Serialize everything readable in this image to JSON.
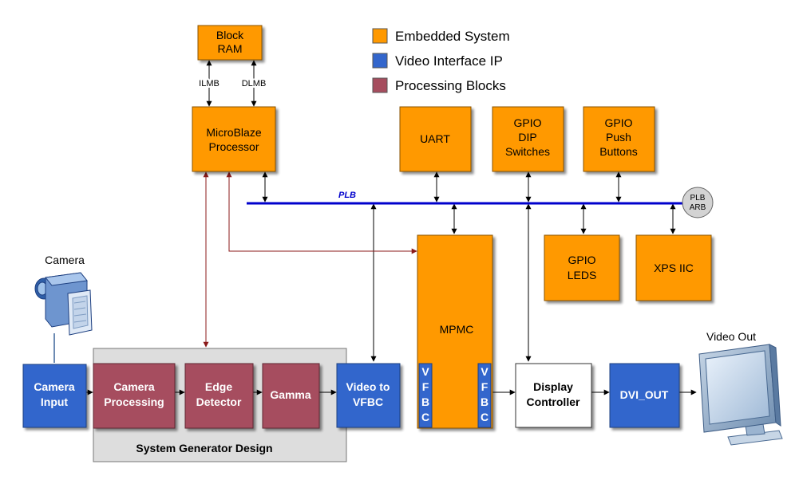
{
  "colors": {
    "embedded": "#FF9900",
    "video_ip": "#3366CC",
    "processing": "#A64D5E",
    "sysgen_bg": "#DDDDDD",
    "bus": "#0000CC",
    "dark_red": "#8B1A1A"
  },
  "legend": {
    "embedded": "Embedded System",
    "video_ip": "Video Interface IP",
    "processing": "Processing Blocks"
  },
  "blocks": {
    "block_ram": [
      "Block",
      "RAM"
    ],
    "microblaze": [
      "MicroBlaze",
      "Processor"
    ],
    "uart": [
      "UART"
    ],
    "gpio_dip": [
      "GPIO",
      "DIP",
      "Switches"
    ],
    "gpio_push": [
      "GPIO",
      "Push",
      "Buttons"
    ],
    "gpio_leds": [
      "GPIO",
      "LEDS"
    ],
    "xps_iic": [
      "XPS IIC"
    ],
    "mpmc": [
      "MPMC"
    ],
    "plb_arb": [
      "PLB",
      "ARB"
    ],
    "camera_input": [
      "Camera",
      "Input"
    ],
    "camera_processing": [
      "Camera",
      "Processing"
    ],
    "edge_detector": [
      "Edge",
      "Detector"
    ],
    "gamma": [
      "Gamma"
    ],
    "video_to_vfbc": [
      "Video to",
      "VFBC"
    ],
    "vfbc": [
      "V",
      "F",
      "B",
      "C"
    ],
    "display_controller": [
      "Display",
      "Controller"
    ],
    "dvi_out": [
      "DVI_OUT"
    ]
  },
  "labels": {
    "ilmb": "ILMB",
    "dlmb": "DLMB",
    "plb": "PLB",
    "camera": "Camera",
    "video_out": "Video Out",
    "sysgen": "System Generator Design"
  },
  "icons": {
    "camera": "camcorder-icon",
    "monitor": "monitor-icon"
  }
}
